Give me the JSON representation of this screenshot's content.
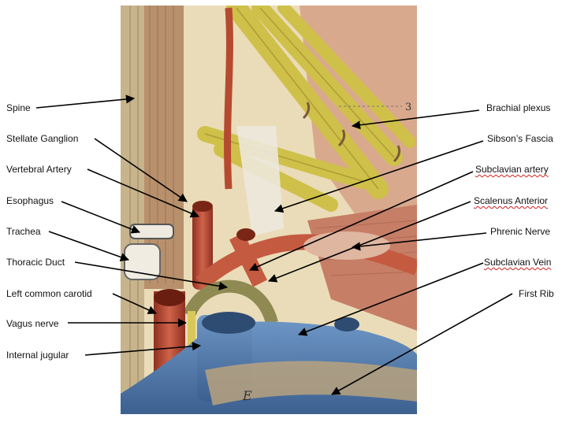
{
  "figure": {
    "plate_marks": {
      "number": "3",
      "letter": "E"
    },
    "labels": {
      "left": [
        "Spine",
        "Stellate Ganglion",
        "Vertebral Artery",
        "Esophagus",
        "Trachea",
        "Thoracic Duct",
        "Left common carotid",
        "Vagus nerve",
        "Internal jugular"
      ],
      "right": [
        "Brachial plexus",
        "Sibson’s Fascia",
        "Subclavian artery",
        "Scalenus Anterior",
        "Phrenic Nerve",
        "Subclavian Vein",
        "First Rib"
      ]
    },
    "colors": {
      "nerve": "#d7c94a",
      "artery": "#b84a32",
      "vein": "#4f79a8",
      "muscle": "#c88a6a",
      "paper": "#efe3c4",
      "arrow": "#000000"
    }
  }
}
